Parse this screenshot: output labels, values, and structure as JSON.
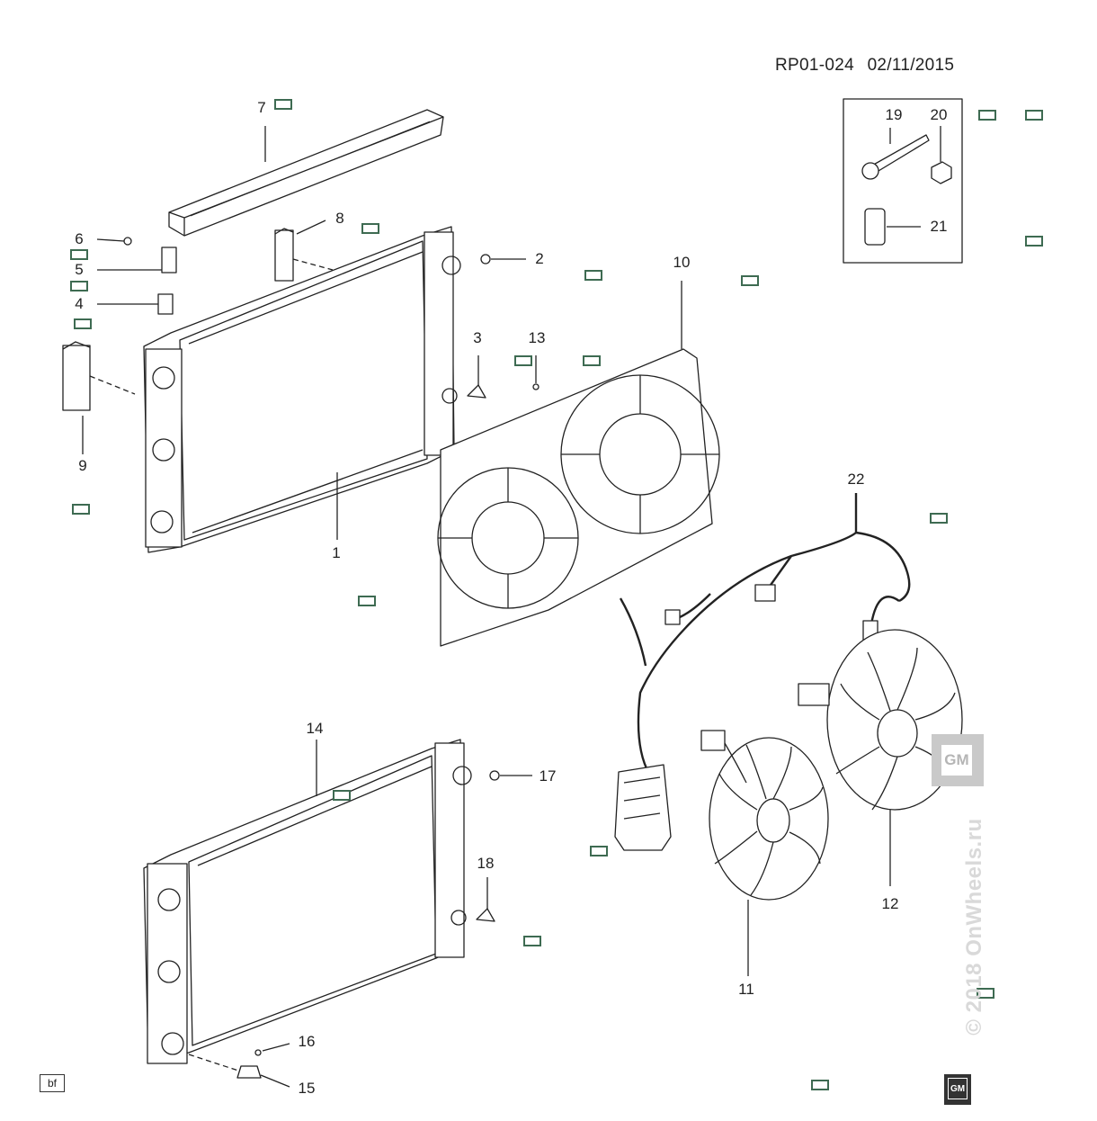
{
  "header": {
    "ref": "RP01-024",
    "date": "02/11/2015"
  },
  "parts": [
    {
      "id": "1",
      "label": "1"
    },
    {
      "id": "2",
      "label": "2"
    },
    {
      "id": "3",
      "label": "3"
    },
    {
      "id": "4",
      "label": "4"
    },
    {
      "id": "5",
      "label": "5"
    },
    {
      "id": "6",
      "label": "6"
    },
    {
      "id": "7",
      "label": "7"
    },
    {
      "id": "8",
      "label": "8"
    },
    {
      "id": "9",
      "label": "9"
    },
    {
      "id": "10",
      "label": "10"
    },
    {
      "id": "11",
      "label": "11"
    },
    {
      "id": "12",
      "label": "12"
    },
    {
      "id": "13",
      "label": "13"
    },
    {
      "id": "14",
      "label": "14"
    },
    {
      "id": "15",
      "label": "15"
    },
    {
      "id": "16",
      "label": "16"
    },
    {
      "id": "17",
      "label": "17"
    },
    {
      "id": "18",
      "label": "18"
    },
    {
      "id": "19",
      "label": "19"
    },
    {
      "id": "20",
      "label": "20"
    },
    {
      "id": "21",
      "label": "21"
    },
    {
      "id": "22",
      "label": "22"
    }
  ],
  "corner_tag": "bf",
  "watermark": "© 2018 OnWheels.ru",
  "logo_text": "GM",
  "colors": {
    "line": "#222222",
    "hotspot": "#3e6b52",
    "watermark": "#d9d9d9"
  }
}
